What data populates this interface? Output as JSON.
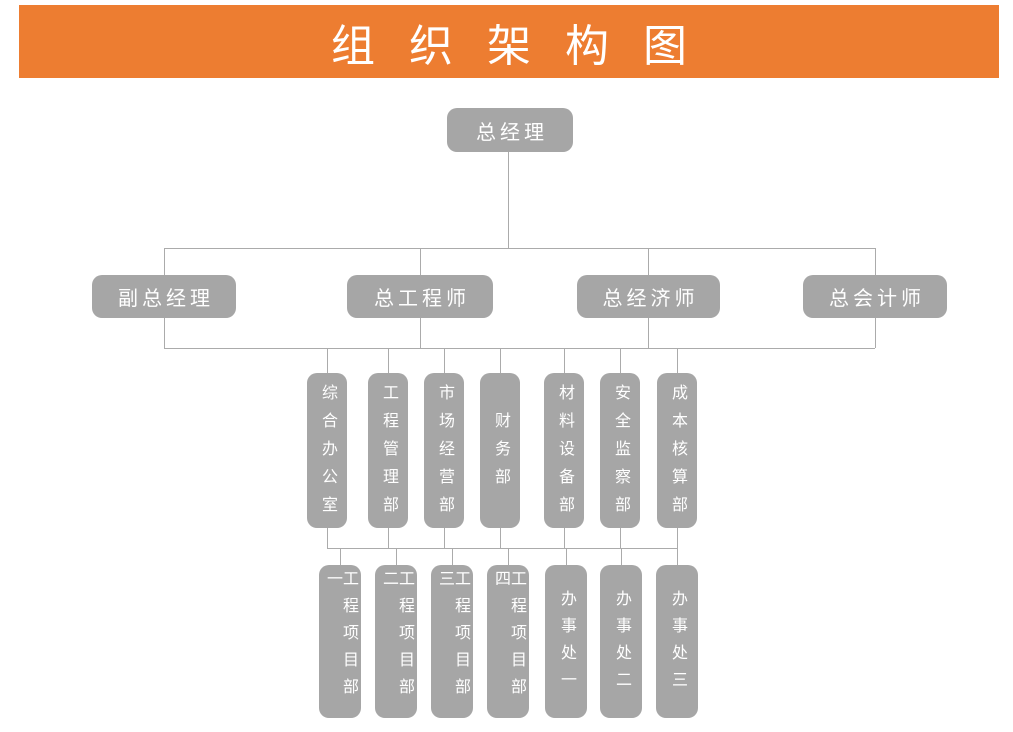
{
  "title": "组织架构图",
  "colors": {
    "page_bg": "#FFFFFF",
    "banner_bg": "#ED7D31",
    "node_bg": "#A6A6A6",
    "node_text": "#FFFFFF",
    "connector": "#ABABAB"
  },
  "org_chart": {
    "root": {
      "label": "总经理"
    },
    "executives": [
      {
        "label": "副总经理"
      },
      {
        "label": "总工程师"
      },
      {
        "label": "总经济师"
      },
      {
        "label": "总会计师"
      }
    ],
    "departments": [
      {
        "label": "综合办公室"
      },
      {
        "label": "工程管理部"
      },
      {
        "label": "市场经营部"
      },
      {
        "label": "财务部"
      },
      {
        "label": "材料设备部"
      },
      {
        "label": "安全监察部"
      },
      {
        "label": "成本核算部"
      }
    ],
    "units": [
      {
        "label": "工程项目部一"
      },
      {
        "label": "工程项目部二"
      },
      {
        "label": "工程项目部三"
      },
      {
        "label": "工程项目部四"
      },
      {
        "label": "办事处一"
      },
      {
        "label": "办事处二"
      },
      {
        "label": "办事处三"
      }
    ]
  }
}
